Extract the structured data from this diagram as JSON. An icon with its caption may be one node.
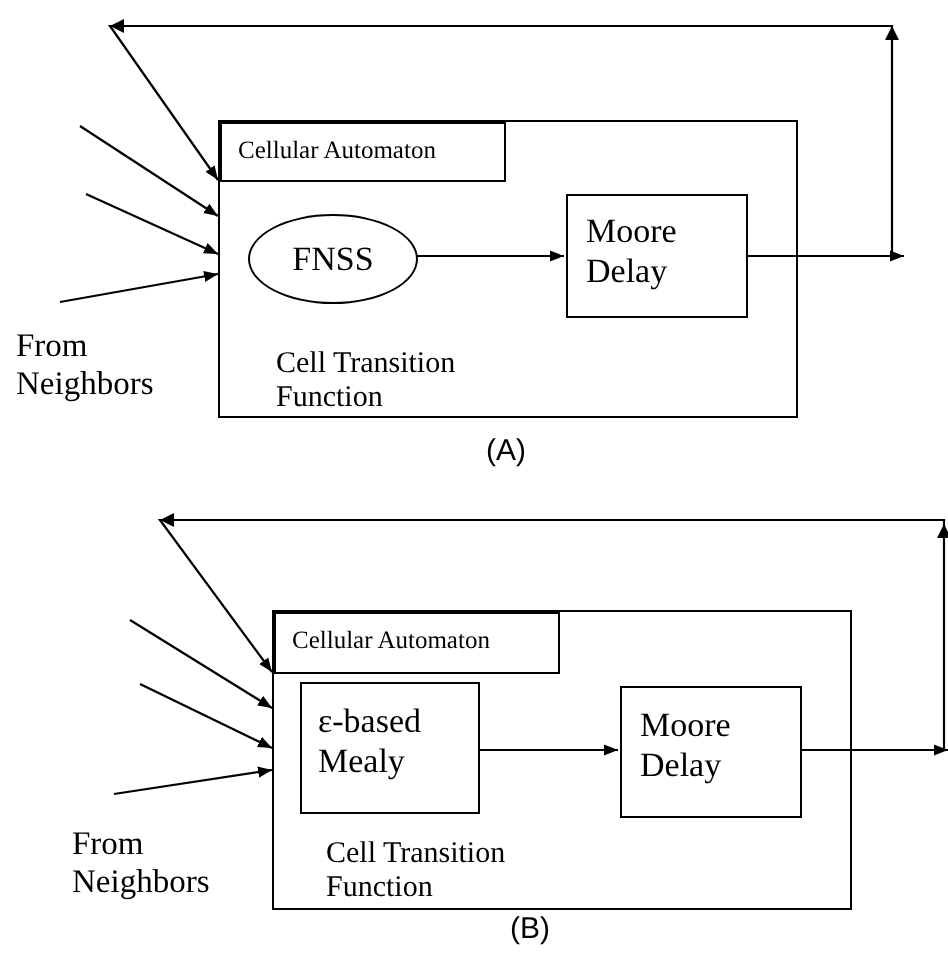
{
  "diagram": {
    "nodes": [
      {
        "text": [
          "Cell Transition Function"
        ]
      },
      {
        "text": [
          "Cellular Automaton"
        ],
        "in": 0
      },
      {
        "text": [
          "FNSS"
        ],
        "in": 0
      },
      {
        "text": [
          "Moore Delay"
        ],
        "in": 0
      },
      {
        "text": [
          "Cell Transition Function"
        ]
      },
      {
        "text": [
          "Cellular Automaton"
        ],
        "in": 4
      },
      {
        "text": [
          "ε-based Mealy"
        ],
        "in": 4
      },
      {
        "text": [
          "Moore Delay"
        ],
        "in": 4
      }
    ],
    "edges": [
      {
        "from": 2,
        "to": 3,
        "arrow": "to"
      },
      {
        "from": 3,
        "to": null,
        "arrow": "to"
      },
      {
        "from": 3,
        "to": 0,
        "arrow": "to"
      },
      {
        "from": null,
        "to": 0,
        "arrow": "to"
      },
      {
        "from": null,
        "to": 0,
        "arrow": "to"
      },
      {
        "from": null,
        "to": 0,
        "arrow": "to"
      },
      {
        "from": 6,
        "to": 7,
        "arrow": "to"
      },
      {
        "from": 7,
        "to": null,
        "arrow": "to"
      },
      {
        "from": 7,
        "to": 4,
        "arrow": "to"
      },
      {
        "from": null,
        "to": 4,
        "arrow": "to"
      },
      {
        "from": null,
        "to": 4,
        "arrow": "to"
      },
      {
        "from": null,
        "to": 4,
        "arrow": "to"
      }
    ],
    "labels": [
      "From Neighbors",
      "(A)",
      "From Neighbors",
      "(B)"
    ]
  }
}
